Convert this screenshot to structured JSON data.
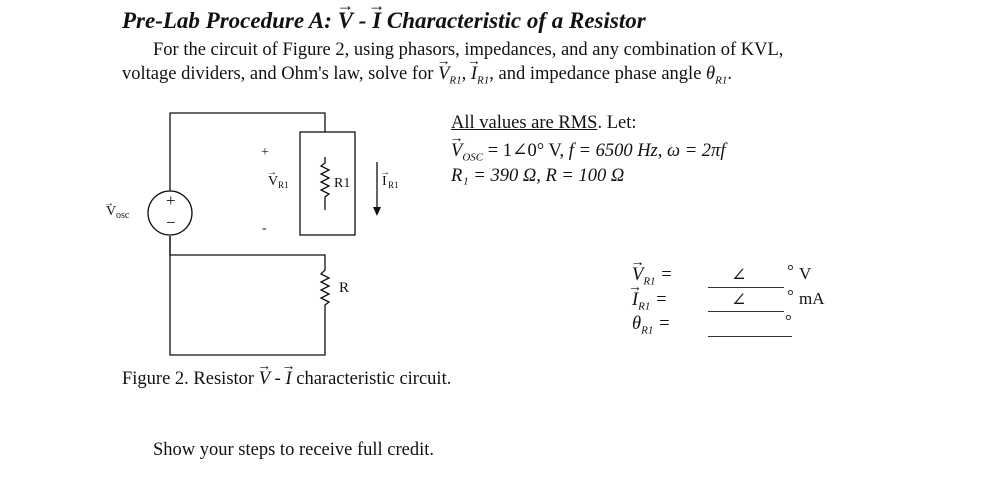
{
  "title": "Pre-Lab Procedure A: V - I Characteristic of a Resistor",
  "intro": {
    "line1": "For the circuit of Figure 2, using phasors, impedances, and any combination of KVL,",
    "line2_a": "voltage dividers, and Ohm's law, solve for",
    "line2_b": ", and impedance phase angle"
  },
  "given": {
    "rms_text": "All values are RMS",
    "let_text": ". Let:",
    "vosc_val": "= 1∠0° V,",
    "f_val": "f = 6500 Hz,",
    "omega_val": "ω = 2πf",
    "r1_val": "R₁ = 390 Ω,",
    "r_val": "R = 100 Ω"
  },
  "circuit": {
    "source_label": "V",
    "source_sub": "osc",
    "vr1_label": "V",
    "vr1_sub": "R1",
    "r1_label": "R1",
    "ir1_label": "I",
    "ir1_sub": "R1",
    "r_label": "R",
    "plus": "+",
    "minus": "-",
    "src_plus": "+",
    "src_minus": "−"
  },
  "answers": {
    "vr1_label": "V",
    "ir1_label": "I",
    "theta_label": "θ",
    "sub": "R1",
    "eq": "=",
    "angle": "∠",
    "degree": "°",
    "unit_v": "V",
    "unit_ma": "mA"
  },
  "caption": {
    "prefix": "Figure 2.  Resistor",
    "suffix": "characteristic circuit."
  },
  "footer": "Show your steps to receive full credit."
}
